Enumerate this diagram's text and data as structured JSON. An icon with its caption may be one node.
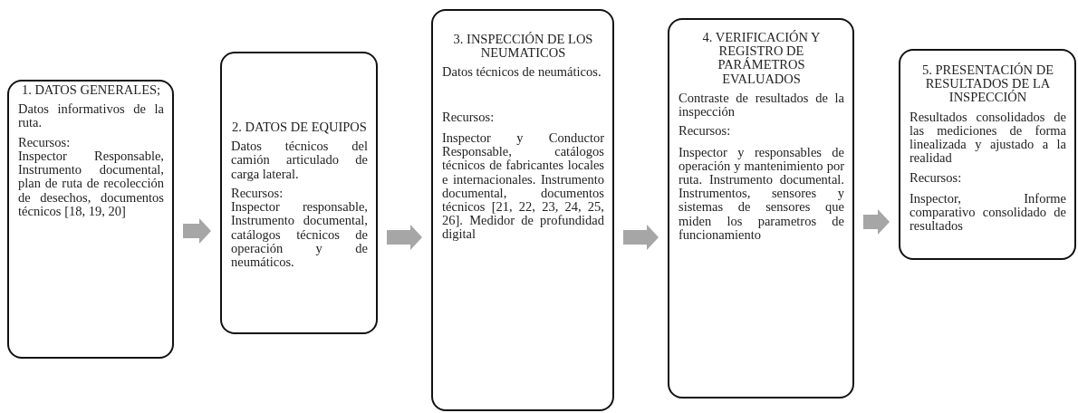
{
  "diagram": {
    "nodes": [
      {
        "text": [
          "1. DATOS GENERALES;",
          "Datos informativos de la ruta.",
          "Recursos:",
          "Inspector Responsable, Instrumento documental, plan de ruta de recolección de desechos, documentos técnicos [18, 19, 20]"
        ]
      },
      {
        "text": [
          "2. DATOS DE EQUIPOS",
          "Datos técnicos del camión articulado de carga lateral.",
          "Recursos:",
          "Inspector responsable, Instrumento documental, catálogos técnicos de operación y de neumáticos."
        ]
      },
      {
        "text": [
          "3. INSPECCIÓN DE LOS NEUMATICOS",
          "Datos técnicos de neumáticos.",
          "Recursos:",
          "Inspector y Conductor Responsable, catálogos técnicos de fabricantes locales e internacionales. Instrumento documental, documentos técnicos [21, 22, 23, 24, 25, 26]. Medidor de profundidad digital"
        ]
      },
      {
        "text": [
          "4. VERIFICACIÓN Y REGISTRO DE PARÁMETROS EVALUADOS",
          "Contraste de resultados de la inspección",
          "Recursos:",
          "Inspector y responsables de operación y mantenimiento por ruta. Instrumento documental. Instrumentos, sensores y sistemas de sensores que miden los parametros de funcionamiento"
        ]
      },
      {
        "text": [
          "5. PRESENTACIÓN DE RESULTADOS DE LA INSPECCIÓN",
          "Resultados consolidados de las mediciones de forma linealizada y ajustado a la realidad",
          "Recursos:",
          "Inspector, Informe comparativo consolidado de resultados"
        ]
      }
    ],
    "edges": [
      {
        "from": 0,
        "to": 1,
        "arrow": "to",
        "style": "thick",
        "color": "#a6a6a6"
      },
      {
        "from": 1,
        "to": 2,
        "arrow": "to",
        "style": "thick",
        "color": "#a6a6a6"
      },
      {
        "from": 2,
        "to": 3,
        "arrow": "to",
        "style": "thick",
        "color": "#a6a6a6"
      },
      {
        "from": 3,
        "to": 4,
        "arrow": "to",
        "style": "thick",
        "color": "#a6a6a6"
      }
    ]
  }
}
